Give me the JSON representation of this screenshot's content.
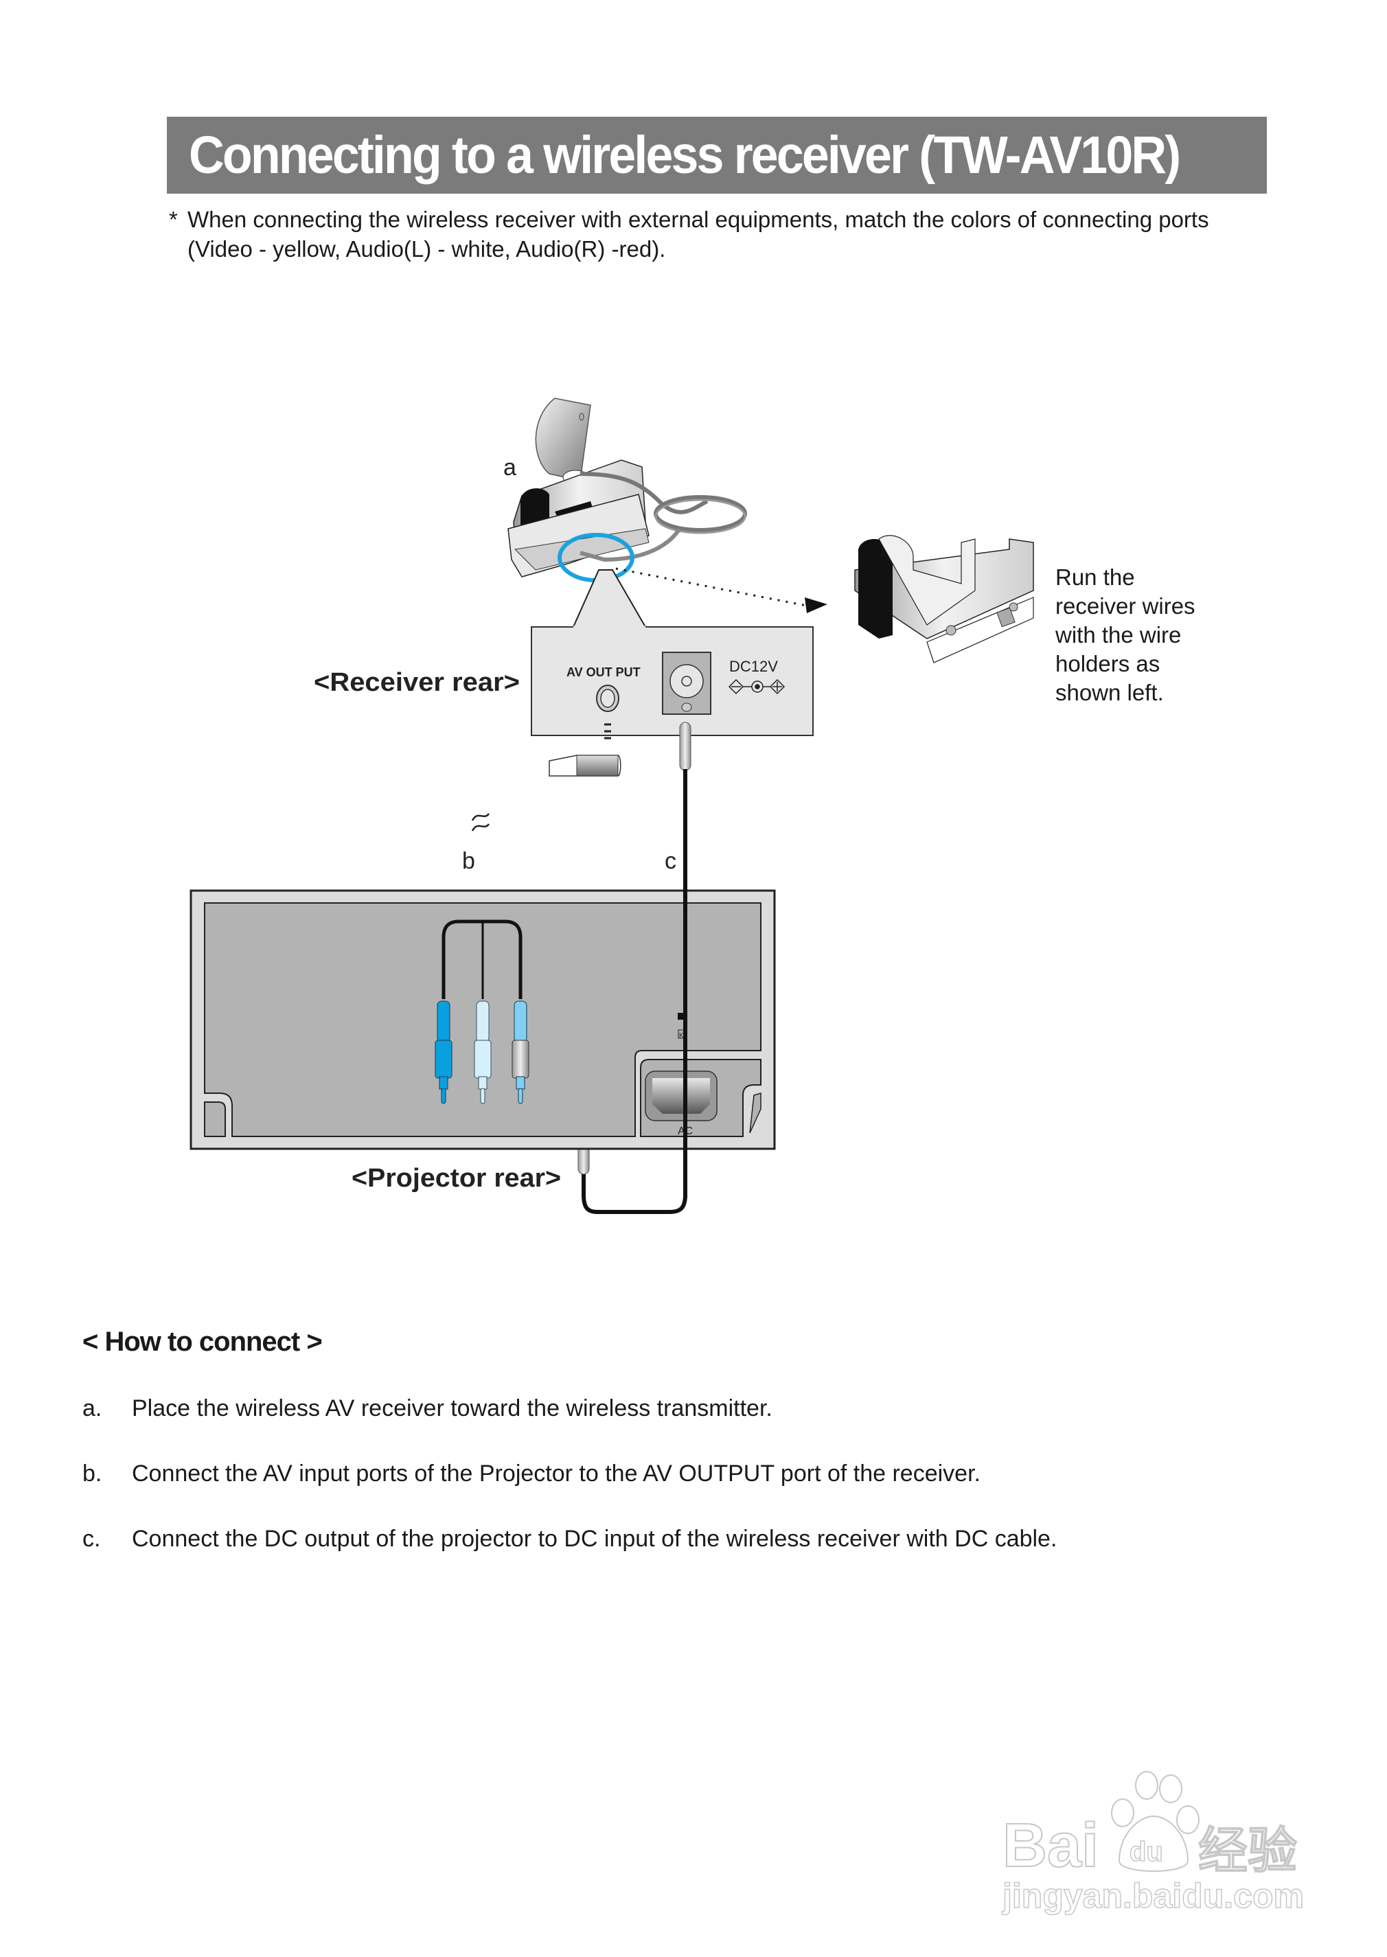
{
  "page": {
    "title": "Connecting to a wireless receiver (TW-AV10R)",
    "note": {
      "marker": "*",
      "lines": [
        "When connecting the wireless receiver with external equipments, match the colors of connecting ports",
        "(Video - yellow, Audio(L) - white, Audio(R) -red)."
      ]
    }
  },
  "diagram": {
    "label_a": "a",
    "label_b": "b",
    "label_c": "c",
    "receiver_rear_label": "<Receiver rear>",
    "projector_rear_label": "<Projector rear>",
    "av_output_label": "AV OUT PUT",
    "dc_label": "DC12V",
    "ac_label": "AC",
    "lock_label": "K",
    "side_note": [
      "Run the",
      "receiver wires",
      "with the wire",
      "holders as",
      "shown left."
    ],
    "colors": {
      "highlight_circle": "#1aa3de",
      "video_plug": "#0aa0e0",
      "audio_l_plug": "#d6f0fb",
      "audio_r_plug": "#7fd0f2",
      "projector_panel": "#b3b3b3",
      "projector_frame": "#dcdcdc",
      "receiver_panel": "#e6e6e6"
    }
  },
  "how_to": {
    "heading": "< How to connect >",
    "steps": [
      {
        "letter": "a.",
        "text": "Place the wireless AV receiver toward the wireless transmitter."
      },
      {
        "letter": "b.",
        "text": "Connect the AV input ports of the Projector to the AV OUTPUT port of the receiver."
      },
      {
        "letter": "c.",
        "text": "Connect the DC output of the projector to DC input of the wireless receiver with DC cable."
      }
    ]
  },
  "watermark": {
    "brand": "Bai",
    "brand_paw": "du",
    "chinese": "经验",
    "url": "jingyan.baidu.com"
  }
}
